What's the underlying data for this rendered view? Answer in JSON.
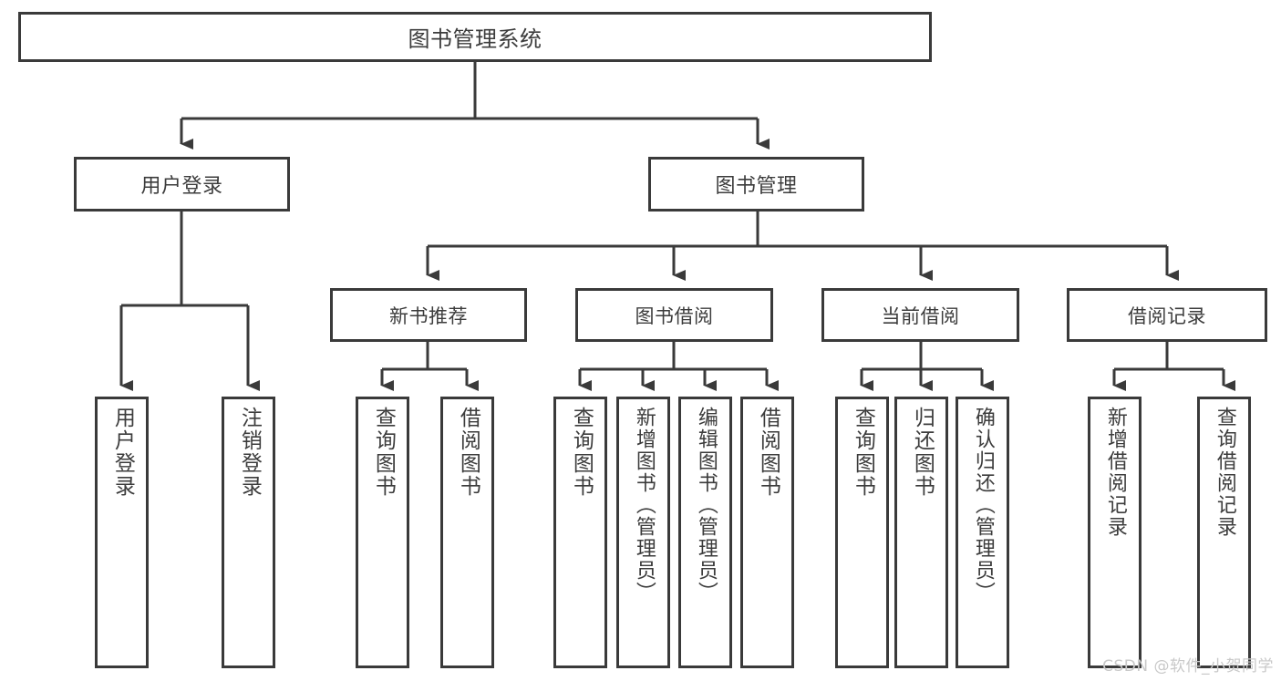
{
  "diagram": {
    "title": "图书管理系统",
    "type": "hierarchy-tree",
    "watermark": "CSDN @软件_小贺同学",
    "colors": {
      "border": "#3a3a3a",
      "text": "#3c3c3c",
      "background": "#ffffff",
      "watermark": "#c9c9c9"
    },
    "root": {
      "label": "图书管理系统"
    },
    "level1": [
      {
        "label": "用户登录"
      },
      {
        "label": "图书管理"
      }
    ],
    "level2": [
      {
        "label": "新书推荐"
      },
      {
        "label": "图书借阅"
      },
      {
        "label": "当前借阅"
      },
      {
        "label": "借阅记录"
      }
    ],
    "leaves": {
      "user_login": [
        {
          "label": "用户登录"
        },
        {
          "label": "注销登录"
        }
      ],
      "new_book": [
        {
          "label": "查询图书"
        },
        {
          "label": "借阅图书"
        }
      ],
      "borrow_book": [
        {
          "label": "查询图书"
        },
        {
          "label": "新增图书（管理员）"
        },
        {
          "label": "编辑图书（管理员）"
        },
        {
          "label": "借阅图书"
        }
      ],
      "current_borrow": [
        {
          "label": "查询图书"
        },
        {
          "label": "归还图书"
        },
        {
          "label": "确认归还（管理员）"
        }
      ],
      "borrow_record": [
        {
          "label": "新增借阅记录"
        },
        {
          "label": "查询借阅记录"
        }
      ]
    }
  }
}
